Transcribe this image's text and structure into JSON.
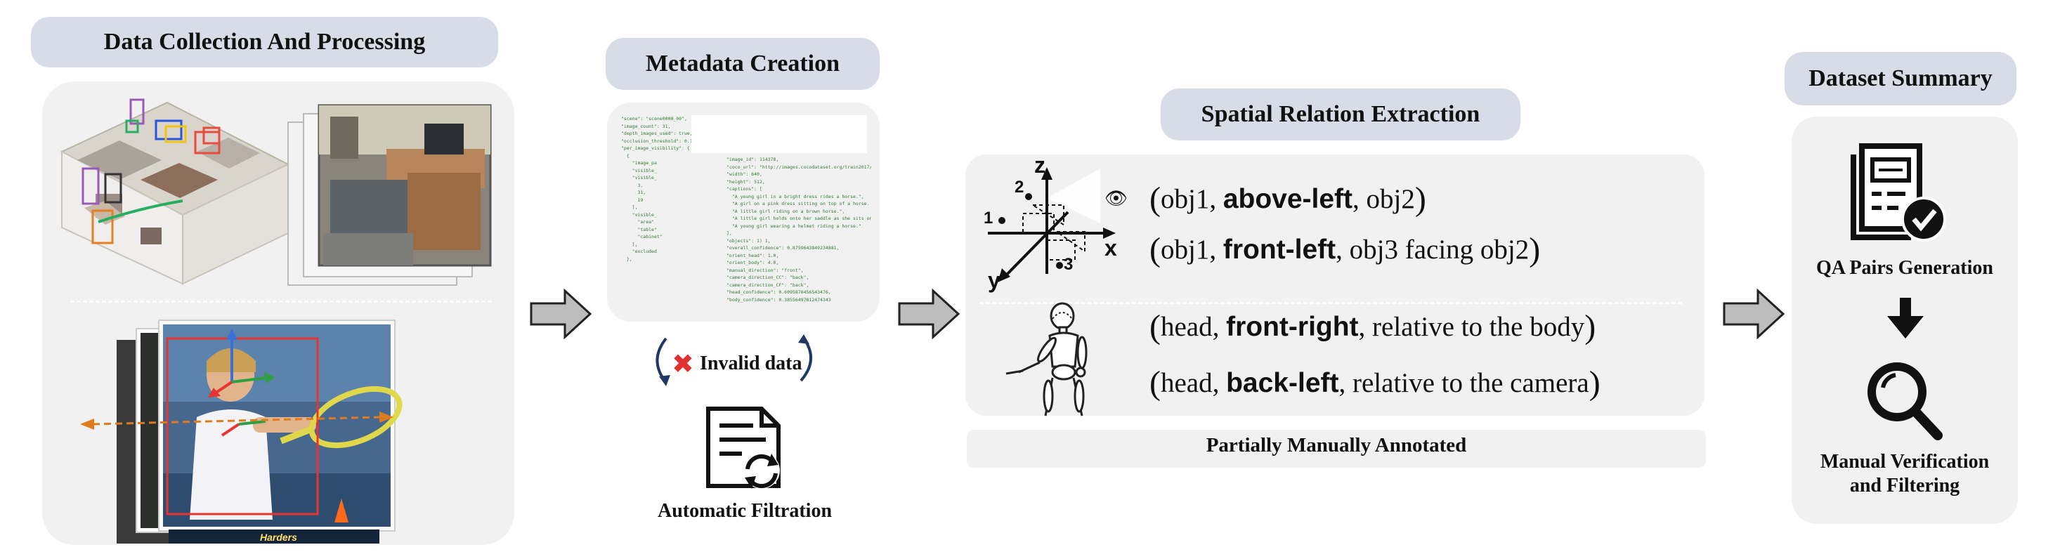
{
  "sections": {
    "collection": {
      "title": "Data Collection And Processing"
    },
    "metadata": {
      "title": "Metadata Creation",
      "invalid_label": "Invalid data",
      "filtration_label": "Automatic Filtration"
    },
    "spatial": {
      "title": "Spatial Relation Extraction",
      "relations": [
        {
          "a": "obj1, ",
          "rel": "above-left",
          "b": ", obj2"
        },
        {
          "a": "obj1, ",
          "rel": "front-left",
          "b": ", obj3 facing obj2"
        },
        {
          "a": "head, ",
          "rel": "front-right",
          "b": ", relative to the body"
        },
        {
          "a": "head, ",
          "rel": "back-left",
          "b": ", relative to the camera"
        }
      ],
      "axis_labels": {
        "z": "z",
        "x": "x",
        "y": "y",
        "p1": "1",
        "p2": "2",
        "p3": "3"
      },
      "annot_label": "Partially Manually Annotated"
    },
    "summary": {
      "title": "Dataset Summary",
      "qa_label": "QA Pairs Generation",
      "verify_label_1": "Manual Verification",
      "verify_label_2": "and Filtering"
    }
  },
  "photo_caption": "Harders",
  "json_snippet": {
    "lines": [
      "\"scene\": \"scene0000_00\",",
      "\"image_count\": 31,",
      "\"depth_images_used\": true,",
      "\"occlusion_threshold\": 0.1,",
      "\"per_image_visibility\": {",
      "  {",
      "    \"image_pa",
      "    \"visible_",
      "    \"visible_",
      "      3,",
      "      31,",
      "      19",
      "    ],",
      "    \"visible_",
      "      \"area\"",
      "      \"table\"",
      "      \"cabinet\"",
      "    ],",
      "    \"excluded",
      "  },"
    ],
    "right_lines": [
      "\"image_id\": 114378,",
      "\"coco_url\": \"http://images.cocodataset.org/train2017/000000114378.jpg\",",
      "\"width\": 640,",
      "\"height\": 512,",
      "\"captions\": [",
      "  \"A young girl in a bright dress rides a horse.\",",
      "  \"A girl on a pink dress sitting on top of a horse. \",",
      "  \"A little girl riding on a brown horse.\",",
      "  \"A little girl holds onto her saddle as she sits on a horse.\",",
      "  \"A young girl wearing a helmet riding a horse.\"",
      "],",
      "\"objects\": 1) 1,",
      "\"overall_confidence\": 0.8759643849234881,",
      "\"orient_head\": 1.0,",
      "\"orient_body\": 4.0,",
      "\"manual_direction\": \"front\",",
      "\"camera_direction_CC\": \"back\",",
      "\"camera_direction_CF\": \"back\",",
      "\"head_confidence\": 0.6095876456543476,",
      "\"body_confidence\": 0.38556497812474343"
    ]
  }
}
